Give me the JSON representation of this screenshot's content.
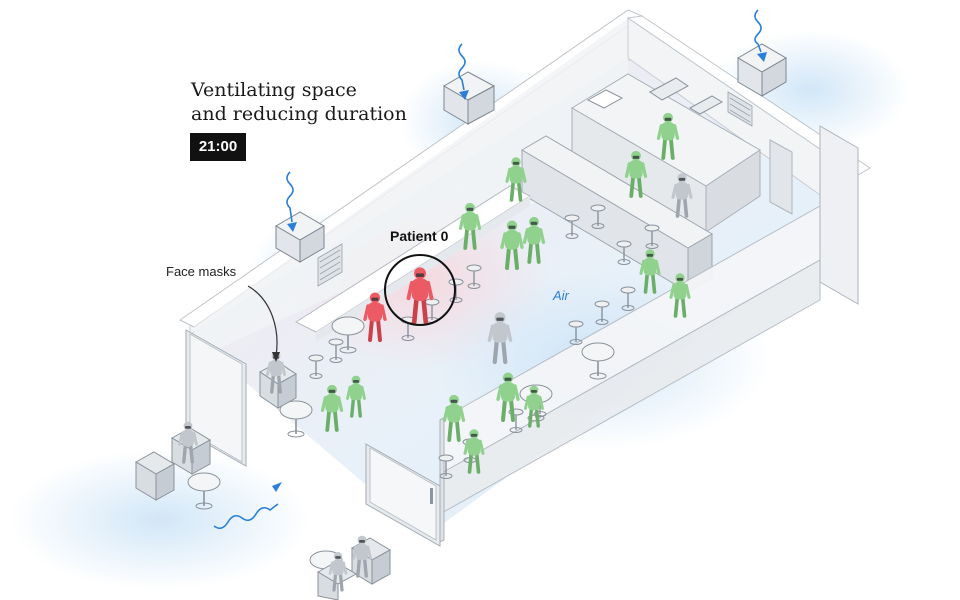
{
  "title_lines": [
    "Ventilating space",
    "and reducing duration"
  ],
  "time": "21:00",
  "labels": {
    "face_masks": "Face masks",
    "patient": "Patient 0",
    "air": "Air"
  },
  "colors": {
    "infected": "#ec5b63",
    "exposed": "#8fd18d",
    "unaffected": "#c2c7cd",
    "airflow": "#2b7fd8",
    "air_haze": "#d6e9f8",
    "wall": "#f7f8fa",
    "label_bg": "#111111"
  },
  "icons": [
    "airflow-arrow-icon",
    "vent-box-icon",
    "bar-stool-icon",
    "cafe-table-icon",
    "armchair-icon",
    "person-figure-icon"
  ]
}
